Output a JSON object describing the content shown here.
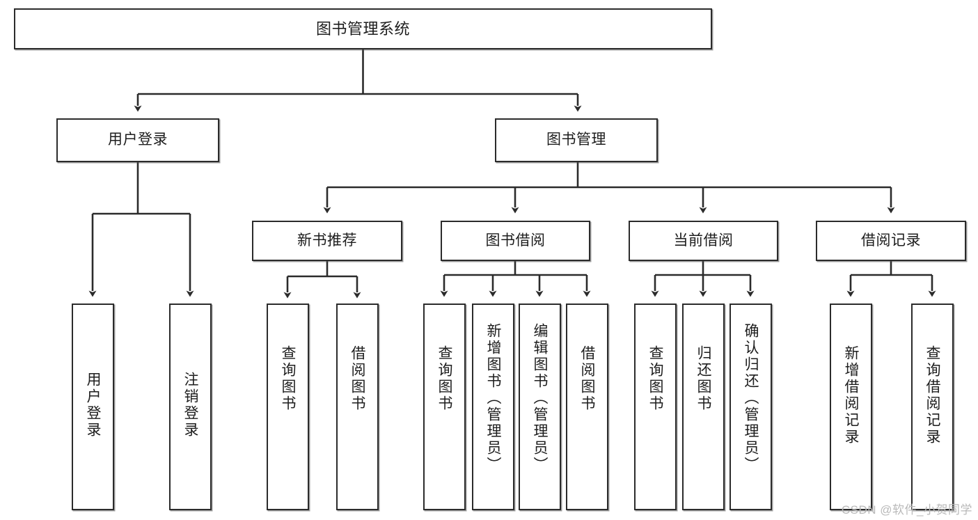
{
  "diagram": {
    "title": "图书管理系统",
    "type": "tree",
    "watermark": "CSDN @软件_小贺同学",
    "colors": {
      "box_border": "#2b2b2b",
      "box_fill": "#ffffff",
      "connector": "#2b2b2b",
      "text": "#1d1d1d",
      "watermark": "#b9b9b9"
    },
    "root": {
      "label": "图书管理系统"
    },
    "level2": [
      {
        "label": "用户登录"
      },
      {
        "label": "图书管理"
      }
    ],
    "level3": [
      {
        "label": "新书推荐"
      },
      {
        "label": "图书借阅"
      },
      {
        "label": "当前借阅"
      },
      {
        "label": "借阅记录"
      }
    ],
    "leaves": {
      "user_login": [
        {
          "label": "用户登录"
        },
        {
          "label": "注销登录"
        }
      ],
      "new_book_recommend": [
        {
          "label": "查询图书"
        },
        {
          "label": "借阅图书"
        }
      ],
      "book_borrow": [
        {
          "label": "查询图书"
        },
        {
          "label": "新增图书（管理员）"
        },
        {
          "label": "编辑图书（管理员）"
        },
        {
          "label": "借阅图书"
        }
      ],
      "current_borrow": [
        {
          "label": "查询图书"
        },
        {
          "label": "归还图书"
        },
        {
          "label": "确认归还（管理员）"
        }
      ],
      "borrow_record": [
        {
          "label": "新增借阅记录"
        },
        {
          "label": "查询借阅记录"
        }
      ]
    }
  }
}
